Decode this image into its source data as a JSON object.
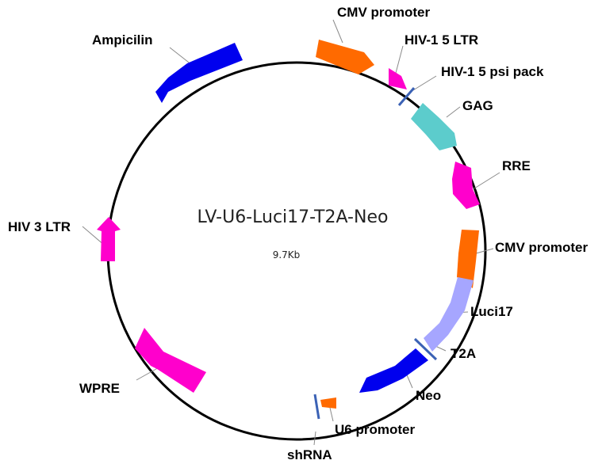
{
  "plasmid": {
    "name": "LV-U6-Luci17-T2A-Neo",
    "size": "9.7Kb"
  },
  "features": [
    {
      "id": "cmv-promoter-top",
      "label": "CMV promoter",
      "type": "promoter",
      "color": "#ff6a00"
    },
    {
      "id": "hiv1-5-ltr",
      "label": "HIV-1 5 LTR",
      "type": "ltr",
      "color": "#ff00cc"
    },
    {
      "id": "hiv1-5-psi-pack",
      "label": "HIV-1 5 psi pack",
      "type": "site",
      "color": "#3b62b5"
    },
    {
      "id": "gag",
      "label": "GAG",
      "type": "gene",
      "color": "#5ccccc"
    },
    {
      "id": "rre",
      "label": "RRE",
      "type": "element",
      "color": "#ff00cc"
    },
    {
      "id": "cmv-promoter-right",
      "label": "CMV promoter",
      "type": "promoter",
      "color": "#ff6a00"
    },
    {
      "id": "luci17",
      "label": "Luci17",
      "type": "gene",
      "color": "#a6a6ff"
    },
    {
      "id": "t2a",
      "label": "T2A",
      "type": "site",
      "color": "#3b62b5"
    },
    {
      "id": "neo",
      "label": "Neo",
      "type": "gene",
      "color": "#0000ee"
    },
    {
      "id": "u6-promoter",
      "label": "U6 promoter",
      "type": "promoter",
      "color": "#ff6a00"
    },
    {
      "id": "shrna",
      "label": "shRNA",
      "type": "site",
      "color": "#3b62b5"
    },
    {
      "id": "wpre",
      "label": "WPRE",
      "type": "element",
      "color": "#ff00cc"
    },
    {
      "id": "hiv-3-ltr",
      "label": "HIV 3 LTR",
      "type": "ltr",
      "color": "#ff00cc"
    },
    {
      "id": "ampicilin",
      "label": "Ampicilin",
      "type": "gene",
      "color": "#0000ee"
    }
  ]
}
